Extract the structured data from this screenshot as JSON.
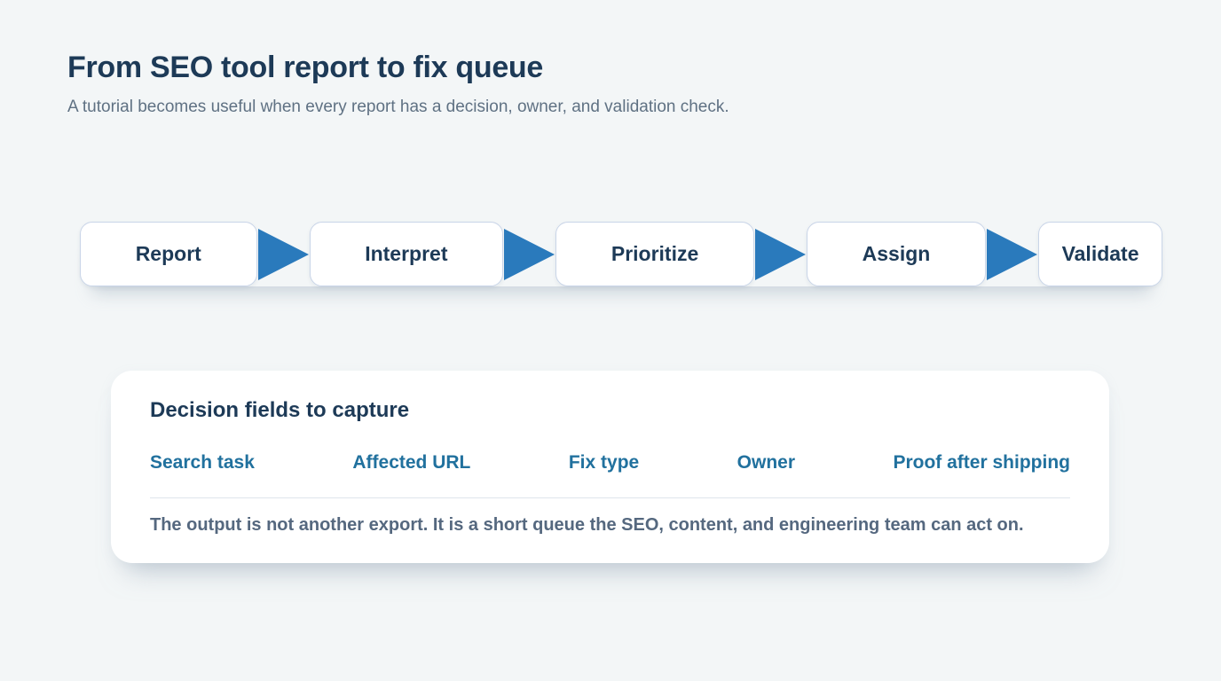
{
  "page": {
    "title": "From SEO tool report to fix queue",
    "subtitle": "A tutorial becomes useful when every report has a decision, owner, and validation check."
  },
  "flow": {
    "steps": [
      "Report",
      "Interpret",
      "Prioritize",
      "Assign",
      "Validate"
    ]
  },
  "card": {
    "heading": "Decision fields to capture",
    "fields": [
      "Search task",
      "Affected URL",
      "Fix type",
      "Owner",
      "Proof after shipping"
    ],
    "note": "The output is not another export. It is a short queue the SEO, content, and engineering team can act on."
  },
  "colors": {
    "background": "#f3f6f7",
    "heading_navy": "#1d3a57",
    "subtitle_gray": "#5f7183",
    "arrow_blue": "#2a7abc",
    "field_label_blue": "#21719e",
    "note_slate": "#55687f",
    "box_border": "#c9d5e8",
    "card_background": "#ffffff"
  }
}
